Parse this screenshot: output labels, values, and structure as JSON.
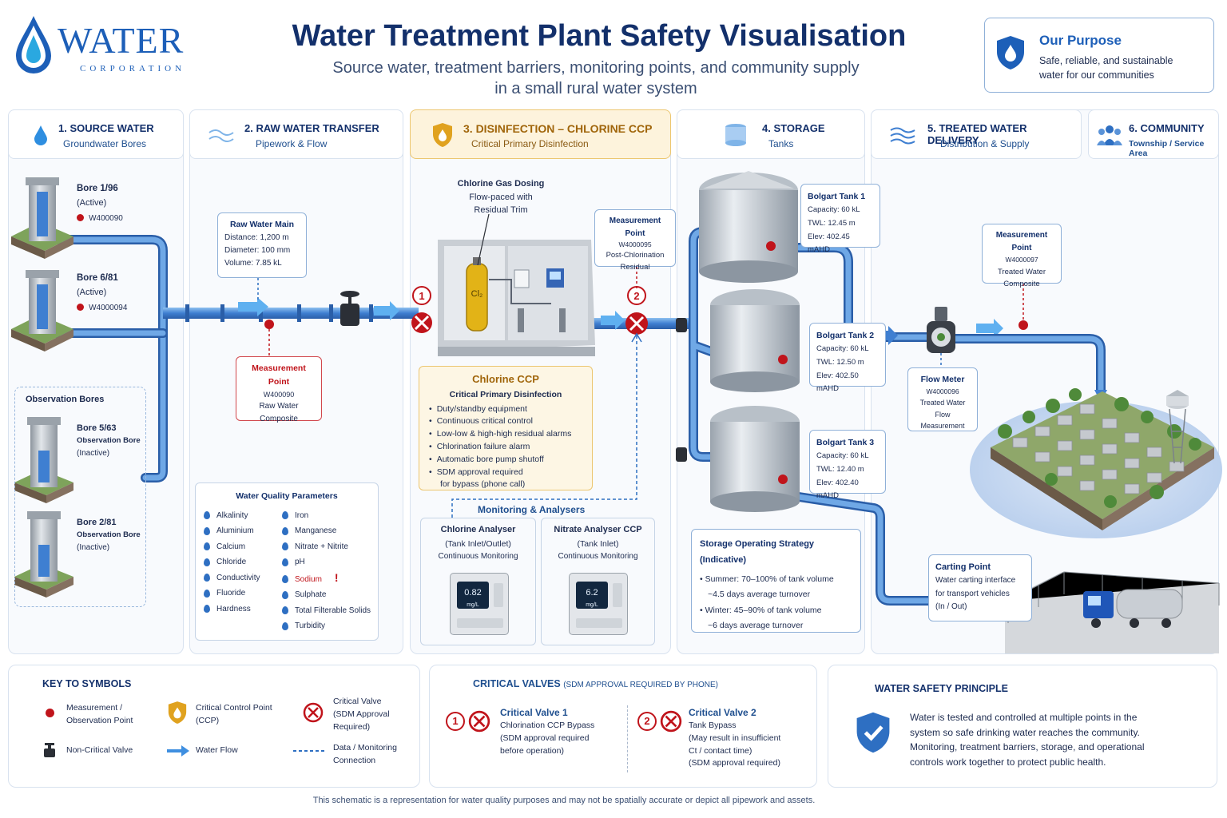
{
  "logo": {
    "word": "WATER",
    "sub": "CORPORATION"
  },
  "title": "Water Treatment Plant Safety Visualisation",
  "subtitle_line1": "Source water, treatment barriers, monitoring points, and community supply",
  "subtitle_line2": "in a small rural water system",
  "purpose": {
    "title": "Our Purpose",
    "line1": "Safe, reliable, and sustainable",
    "line2": "water for our communities"
  },
  "sections": [
    {
      "title": "1. SOURCE WATER",
      "sub": "Groundwater Bores"
    },
    {
      "title": "2. RAW WATER TRANSFER",
      "sub": "Pipework & Flow"
    },
    {
      "title": "3. DISINFECTION – CHLORINE CCP",
      "sub": "Critical Primary Disinfection"
    },
    {
      "title": "4. STORAGE",
      "sub": "Tanks"
    },
    {
      "title": "5. TREATED WATER DELIVERY",
      "sub": "Distribution & Supply"
    },
    {
      "title": "6. COMMUNITY",
      "sub": "Township / Service Area"
    }
  ],
  "bores": [
    {
      "name": "Bore 1/96",
      "status": "(Active)",
      "id": "W400090"
    },
    {
      "name": "Bore 6/81",
      "status": "(Active)",
      "id": "W4000094"
    }
  ],
  "observation": {
    "title": "Observation Bores",
    "bores": [
      {
        "name": "Bore 5/63",
        "type": "Observation Bore",
        "status": "(Inactive)"
      },
      {
        "name": "Bore 2/81",
        "type": "Observation Bore",
        "status": "(Inactive)"
      }
    ]
  },
  "raw_main": {
    "title": "Raw Water Main",
    "distance": "Distance: 1,200 m",
    "diameter": "Diameter: 100 mm",
    "volume": "Volume: 7.85 kL"
  },
  "mp_raw": {
    "title": "Measurement Point",
    "id": "W400090",
    "line1": "Raw Water",
    "line2": "Composite"
  },
  "wq": {
    "title": "Water Quality Parameters",
    "left": [
      "Alkalinity",
      "Aluminium",
      "Calcium",
      "Chloride",
      "Conductivity",
      "Fluoride",
      "Hardness"
    ],
    "right": [
      "Iron",
      "Manganese",
      "Nitrate + Nitrite",
      "pH",
      "Sodium",
      "Sulphate",
      "Total Filterable Solids",
      "Turbidity"
    ],
    "alert": "!"
  },
  "dosing": {
    "line1": "Chlorine Gas Dosing",
    "line2": "Flow-paced with",
    "line3": "Residual Trim",
    "symbol": "Cl₂"
  },
  "mp_post": {
    "title": "Measurement Point",
    "id": "W4000095",
    "line1": "Post-Chlorination",
    "line2": "Residual"
  },
  "ccp": {
    "title": "Chlorine CCP",
    "sub": "Critical Primary Disinfection",
    "items": [
      "Duty/standby equipment",
      "Continuous critical control",
      "Low-low & high-high residual alarms",
      "Chlorination failure alarm",
      "Automatic bore pump shutoff",
      "SDM approval required"
    ],
    "last_cont": "for bypass (phone call)"
  },
  "monitoring": {
    "title": "Monitoring & Analysers",
    "a1": {
      "title": "Chlorine Analyser",
      "sub": "(Tank Inlet/Outlet)",
      "mode": "Continuous Monitoring",
      "reading": "0.82",
      "unit": "mg/L"
    },
    "a2": {
      "title": "Nitrate Analyser CCP",
      "sub": "(Tank Inlet)",
      "mode": "Continuous Monitoring",
      "reading": "6.2",
      "unit": "mg/L"
    }
  },
  "tanks": [
    {
      "name": "Bolgart Tank 1",
      "cap": "Capacity: 60 kL",
      "twl": "TWL: 12.45 m",
      "elev": "Elev: 402.45 mAHD"
    },
    {
      "name": "Bolgart Tank 2",
      "cap": "Capacity: 60 kL",
      "twl": "TWL: 12.50 m",
      "elev": "Elev: 402.50 mAHD"
    },
    {
      "name": "Bolgart Tank 3",
      "cap": "Capacity: 60 kL",
      "twl": "TWL: 12.40 m",
      "elev": "Elev: 402.40 mAHD"
    }
  ],
  "strategy": {
    "title": "Storage Operating Strategy (Indicative)",
    "s1": "Summer: 70–100% of tank volume",
    "s1b": "~4.5 days average turnover",
    "s2": "Winter: 45–90% of tank volume",
    "s2b": "~6 days average turnover"
  },
  "mp_treated": {
    "title": "Measurement Point",
    "id": "W4000097",
    "line1": "Treated Water",
    "line2": "Composite"
  },
  "flow_meter": {
    "title": "Flow Meter",
    "id": "W4000096",
    "line1": "Treated Water Flow",
    "line2": "Measurement"
  },
  "carting": {
    "title": "Carting Point",
    "line1": "Water carting interface",
    "line2": "for transport vehicles",
    "line3": "(In / Out)"
  },
  "key": {
    "title": "KEY TO SYMBOLS",
    "measurement": "Measurement /",
    "measurement2": "Observation Point",
    "ccp": "Critical Control Point",
    "ccp2": "(CCP)",
    "critical_valve": "Critical Valve",
    "critical_valve2": "(SDM Approval",
    "critical_valve3": "Required)",
    "noncritical": "Non-Critical Valve",
    "flow": "Water Flow",
    "data": "Data / Monitoring",
    "data2": "Connection"
  },
  "critical_valves": {
    "title": "CRITICAL VALVES",
    "title_note": "(SDM APPROVAL REQUIRED BY PHONE)",
    "v1": {
      "num": "1",
      "title": "Critical Valve 1",
      "l1": "Chlorination CCP Bypass",
      "l2": "(SDM approval required",
      "l3": "before operation)"
    },
    "v2": {
      "num": "2",
      "title": "Critical Valve 2",
      "l1": "Tank Bypass",
      "l2": "(May result in insufficient",
      "l3": "Ct / contact time)",
      "l4": "(SDM approval required)"
    }
  },
  "principle": {
    "title": "WATER SAFETY PRINCIPLE",
    "l1": "Water is tested and controlled at multiple points in the",
    "l2": "system so safe drinking water reaches the community.",
    "l3": "Monitoring, treatment barriers, storage, and operational",
    "l4": "controls work together to protect public health."
  },
  "footer": "This schematic is a representation for water quality purposes and may not be spatially accurate or depict all pipework and assets.",
  "colors": {
    "navy": "#13306b",
    "pipe": "#3f7fd1",
    "red": "#c0141b",
    "ccp": "#e0a21f"
  }
}
